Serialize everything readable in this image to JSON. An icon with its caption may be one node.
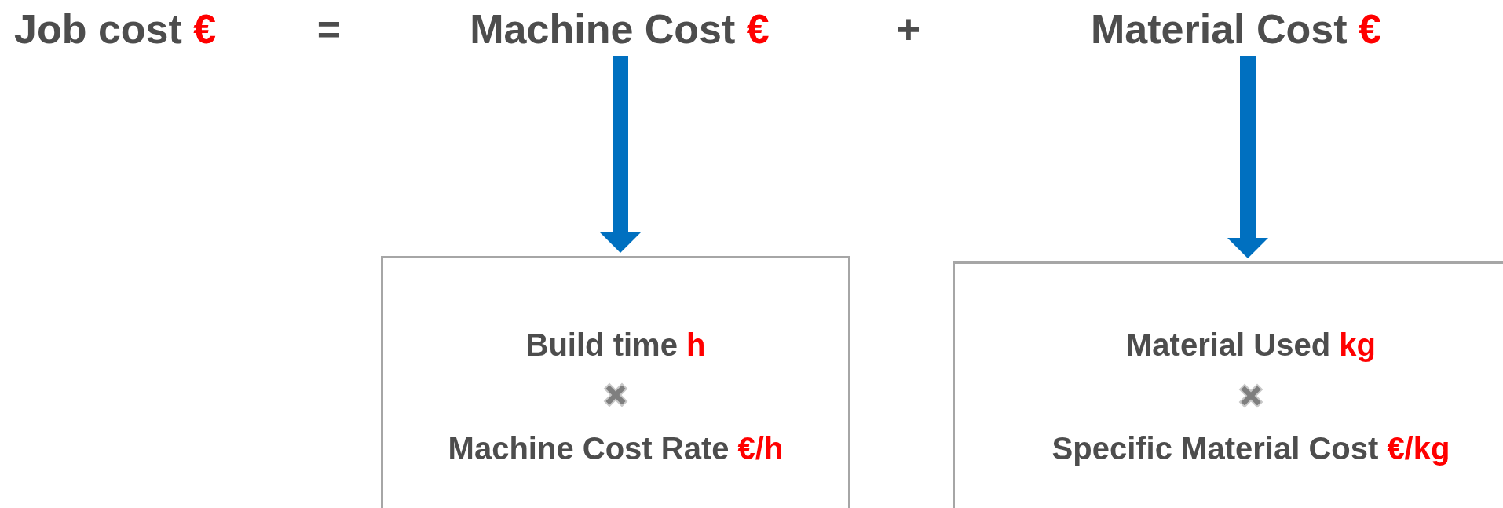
{
  "diagram": {
    "nodes": [
      {
        "text": [
          "Job cost €"
        ]
      },
      {
        "text": [
          "Machine Cost €"
        ]
      },
      {
        "text": [
          "Material Cost €"
        ]
      },
      {
        "text": [
          "Build time h",
          "Machine Cost Rate €/h"
        ]
      },
      {
        "text": [
          "Material Used kg",
          "Specific Material Cost €/kg"
        ]
      }
    ],
    "edges": [
      {
        "from": 1,
        "to": 3,
        "arrow": "to",
        "color": "#0070c0"
      },
      {
        "from": 2,
        "to": 4,
        "arrow": "to",
        "color": "#0070c0"
      }
    ],
    "labels": [
      "=",
      "+"
    ]
  }
}
